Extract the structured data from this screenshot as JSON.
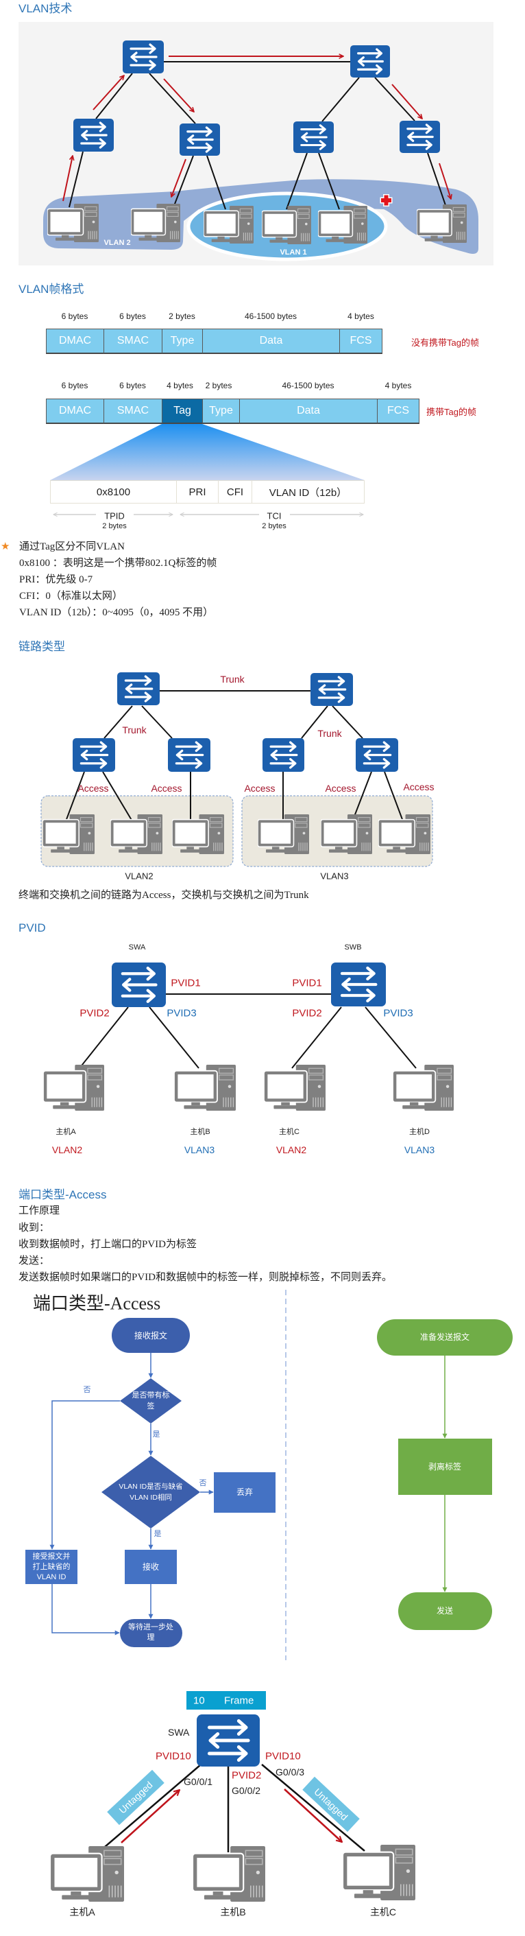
{
  "colors": {
    "heading": "#2e75b6",
    "switch": "#1c5fad",
    "arrow_red": "#c0141c",
    "link_red": "#a3162c",
    "pvid_red": "#c0181f",
    "pvid_blue": "#1f6db4",
    "caption_red": "#c0181f",
    "frame_cell": "#7fcdef",
    "tag_cell": "#0b6aa4",
    "vlan1_region": "#6cb4e2",
    "vlan2_region": "#93acd6",
    "flow_blue": "#4472c4",
    "flow_dark": "#3c5fac",
    "flow_green": "#70ad47",
    "star": "#f08a24",
    "untagged": "#6ec3e3",
    "frame_badge": "#0aa0d0"
  },
  "vlan_tech": {
    "heading": "VLAN技术",
    "diagram": {
      "vlan2_label": "VLAN 2",
      "vlan1_label": "VLAN 1"
    }
  },
  "frame_format": {
    "heading": "VLAN帧格式",
    "untagged": {
      "sizes": [
        "6 bytes",
        "6 bytes",
        "2 bytes",
        "46-1500 bytes",
        "4 bytes"
      ],
      "fields": [
        "DMAC",
        "SMAC",
        "Type",
        "Data",
        "FCS"
      ],
      "caption": "没有携带Tag的帧"
    },
    "tagged": {
      "sizes": [
        "6 bytes",
        "6 bytes",
        "4 bytes",
        "2 bytes",
        "46-1500 bytes",
        "4 bytes"
      ],
      "fields": [
        "DMAC",
        "SMAC",
        "Tag",
        "Type",
        "Data",
        "FCS"
      ],
      "caption": "携带Tag的帧"
    },
    "tag_detail": {
      "fields": [
        "0x8100",
        "PRI",
        "CFI",
        "VLAN ID（12b）"
      ],
      "tpid": {
        "name": "TPID",
        "size": "2 bytes"
      },
      "tci": {
        "name": "TCI",
        "size": "2 bytes"
      }
    },
    "notes": {
      "bullet": "★",
      "title": "通过Tag区分不同VLAN",
      "lines": [
        "0x8100 ：表明这是一个携带802.1Q标签的帧",
        "PRI：优先级 0-7",
        "CFI：0（标准以太网）",
        "VLAN ID（12b）：0~4095（0，4095 不用）"
      ]
    }
  },
  "link_types": {
    "heading": "链路类型",
    "trunk_labels": [
      "Trunk",
      "Trunk",
      "Trunk"
    ],
    "access_labels": [
      "Access",
      "Access",
      "Access",
      "Access",
      "Access"
    ],
    "vlan_groups": [
      "VLAN2",
      "VLAN3"
    ],
    "caption": "终端和交换机之间的链路为Access，交换机与交换机之间为Trunk"
  },
  "pvid": {
    "heading": "PVID",
    "switches": [
      {
        "name": "SWA",
        "uplink_pvid": "PVID1",
        "left_pvid": "PVID2",
        "right_pvid": "PVID3"
      },
      {
        "name": "SWB",
        "uplink_pvid": "PVID1",
        "left_pvid": "PVID2",
        "right_pvid": "PVID3"
      }
    ],
    "hosts": [
      {
        "name": "主机A",
        "vlan": "VLAN2"
      },
      {
        "name": "主机B",
        "vlan": "VLAN3"
      },
      {
        "name": "主机C",
        "vlan": "VLAN2"
      },
      {
        "name": "主机D",
        "vlan": "VLAN3"
      }
    ]
  },
  "access_port": {
    "heading": "端口类型-Access",
    "lines": [
      "工作原理",
      "收到：",
      "收到数据帧时，打上端口的PVID为标签",
      "发送：",
      "发送数据帧时如果端口的PVID和数据帧中的标签一样，则脱掉标签，不同则丢弃。"
    ]
  },
  "flowchart": {
    "title": "端口类型-Access",
    "receive": {
      "start": "接收报文",
      "check_tag": [
        "是否带有标",
        "签"
      ],
      "check_tag_no": "否",
      "check_tag_yes": "是",
      "check_vlan": [
        "VLAN ID是否与缺省",
        "VLAN ID相同"
      ],
      "check_vlan_no": "否",
      "check_vlan_yes": "是",
      "discard": "丢弃",
      "accept": "接收",
      "tag_default": [
        "接受报文并",
        "打上缺省的",
        "VLAN ID"
      ],
      "end": [
        "等待进一步处",
        "理"
      ]
    },
    "send": {
      "start": "准备发送报文",
      "strip": "剥离标签",
      "end": "发送"
    }
  },
  "port_example": {
    "frame_badge": {
      "vlan": "10",
      "label": "Frame"
    },
    "switch": "SWA",
    "ports": [
      {
        "pvid": "PVID10",
        "port": "G0/0/1"
      },
      {
        "pvid": "PVID2",
        "port": "G0/0/2"
      },
      {
        "pvid": "PVID10",
        "port": "G0/0/3"
      }
    ],
    "untagged_labels": [
      "Untagged",
      "Untagged"
    ],
    "hosts": [
      "主机A",
      "主机B",
      "主机C"
    ]
  }
}
